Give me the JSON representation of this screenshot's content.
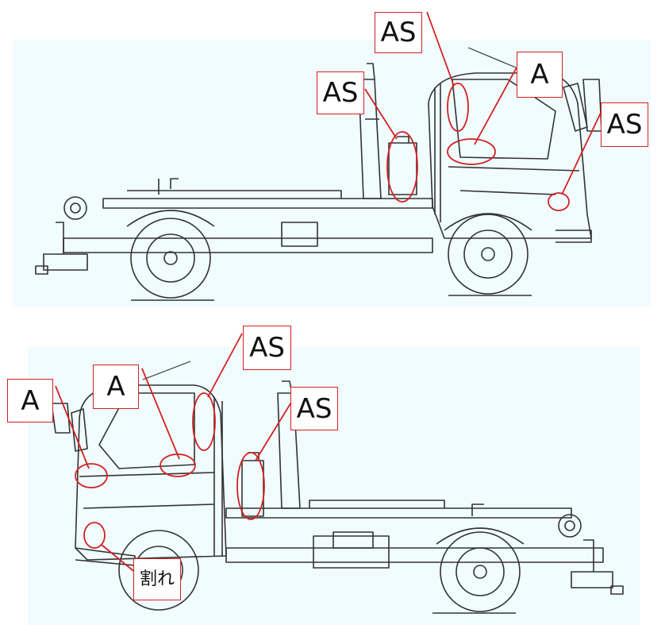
{
  "callouts": {
    "top_as_cab_rear": "AS",
    "top_a_door": "A",
    "top_as_tank": "AS",
    "top_as_front": "AS",
    "bottom_a_front": "A",
    "bottom_a_door": "A",
    "bottom_as_cab_rear": "AS",
    "bottom_as_tank": "AS",
    "bottom_crack": "割れ"
  },
  "colors": {
    "background": "#f0fcfe",
    "callout_line": "#d42020",
    "drawing_line": "#333333"
  }
}
